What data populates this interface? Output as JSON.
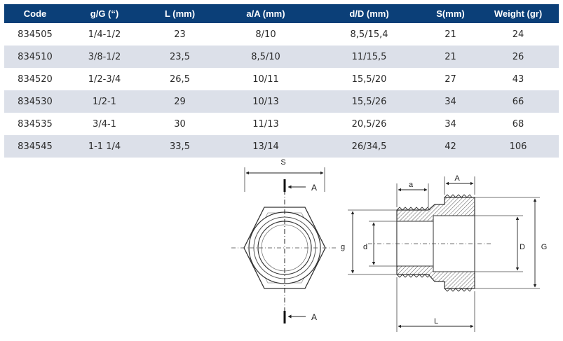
{
  "table": {
    "headers": [
      "Code",
      "g/G (“)",
      "L (mm)",
      "a/A (mm)",
      "d/D (mm)",
      "S(mm)",
      "Weight (gr)"
    ],
    "rows": [
      [
        "834505",
        "1/4-1/2",
        "23",
        "8/10",
        "8,5/15,4",
        "21",
        "24"
      ],
      [
        "834510",
        "3/8-1/2",
        "23,5",
        "8,5/10",
        "11/15,5",
        "21",
        "26"
      ],
      [
        "834520",
        "1/2-3/4",
        "26,5",
        "10/11",
        "15,5/20",
        "27",
        "43"
      ],
      [
        "834530",
        "1/2-1",
        "29",
        "10/13",
        "15,5/26",
        "34",
        "66"
      ],
      [
        "834535",
        "3/4-1",
        "30",
        "11/13",
        "20,5/26",
        "34",
        "68"
      ],
      [
        "834545",
        "1-1 1/4",
        "33,5",
        "13/14",
        "26/34,5",
        "42",
        "106"
      ]
    ]
  },
  "drawing": {
    "front_view": {
      "width_label": "S",
      "section_label_top": "A",
      "section_label_bottom": "A"
    },
    "side_view": {
      "inner_thread_depth_label": "a",
      "outer_thread_depth_label": "A",
      "small_thread_label": "g",
      "small_bore_label": "d",
      "large_bore_label": "D",
      "large_thread_label": "G",
      "length_label": "L"
    }
  },
  "colors": {
    "header_bg": "#0b3f78",
    "header_text": "#ffffff",
    "alt_row_bg": "#dce0e9"
  }
}
